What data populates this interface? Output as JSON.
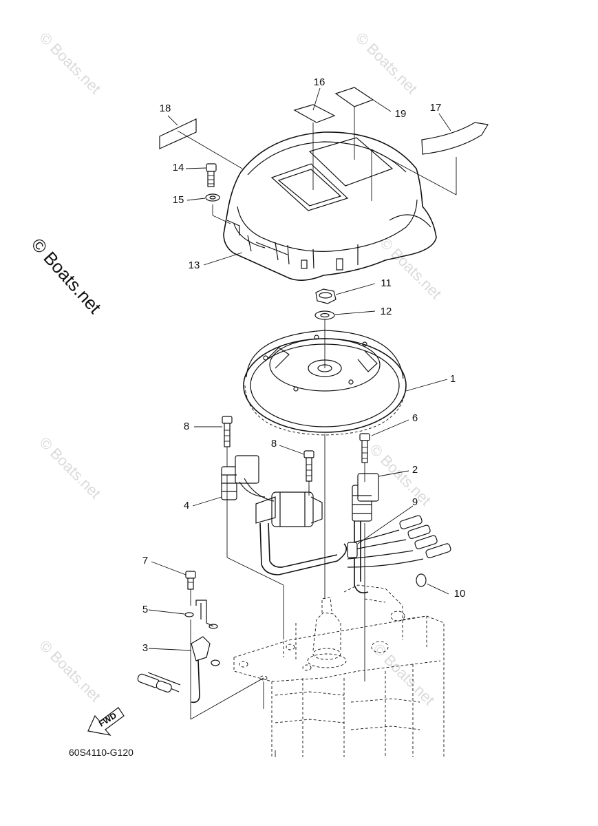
{
  "watermark": "© Boats.net",
  "part_code": "60S4110-G120",
  "fwd_label": "FWD",
  "callouts": [
    {
      "id": "1",
      "label": "1"
    },
    {
      "id": "2",
      "label": "2"
    },
    {
      "id": "3",
      "label": "3"
    },
    {
      "id": "4",
      "label": "4"
    },
    {
      "id": "5",
      "label": "5"
    },
    {
      "id": "6",
      "label": "6"
    },
    {
      "id": "7",
      "label": "7"
    },
    {
      "id": "8a",
      "label": "8"
    },
    {
      "id": "8b",
      "label": "8"
    },
    {
      "id": "9",
      "label": "9"
    },
    {
      "id": "10",
      "label": "10"
    },
    {
      "id": "11",
      "label": "11"
    },
    {
      "id": "12",
      "label": "12"
    },
    {
      "id": "13",
      "label": "13"
    },
    {
      "id": "14",
      "label": "14"
    },
    {
      "id": "15",
      "label": "15"
    },
    {
      "id": "16",
      "label": "16"
    },
    {
      "id": "17",
      "label": "17"
    },
    {
      "id": "18",
      "label": "18"
    },
    {
      "id": "19",
      "label": "19"
    }
  ]
}
